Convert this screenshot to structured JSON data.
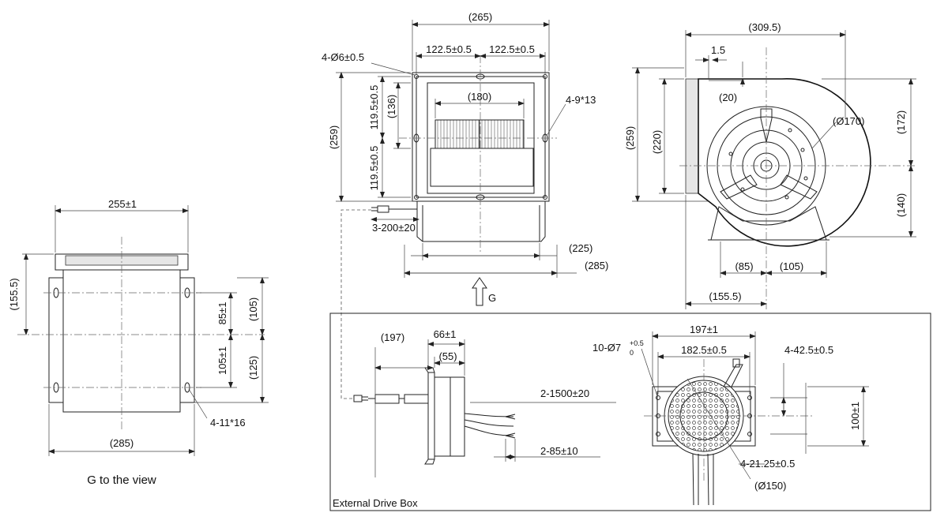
{
  "captions": {
    "g_view": "G to the view",
    "drive_box": "External Drive Box",
    "g_arrow": "G"
  },
  "dims": {
    "v1_255": "255±1",
    "v1_155_5": "(155.5)",
    "v1_85": "85±1",
    "v1_105": "(105)",
    "v1_105b": "105±1",
    "v1_125": "(125)",
    "v1_4_11": "4-11*16",
    "v1_285": "(285)",
    "fv_265": "(265)",
    "fv_4_6": "4-Ø6±0.5",
    "fv_122a": "122.5±0.5",
    "fv_122b": "122.5±0.5",
    "fv_119a": "119.5±0.5",
    "fv_136": "(136)",
    "fv_180": "(180)",
    "fv_4_9": "4-9*13",
    "fv_259": "(259)",
    "fv_119b": "119.5±0.5",
    "fv_3_200": "3-200±20",
    "fv_225": "(225)",
    "fv_285": "(285)",
    "sv_309": "(309.5)",
    "sv_1_5": "1.5",
    "sv_20": "(20)",
    "sv_170": "(Ø170)",
    "sv_172": "(172)",
    "sv_259": "(259)",
    "sv_220": "(220)",
    "sv_140": "(140)",
    "sv_85": "(85)",
    "sv_105": "(105)",
    "sv_155": "(155.5)",
    "db_197": "(197)",
    "db_66": "66±1",
    "db_55": "(55)",
    "db_1500": "2-1500±20",
    "db_85": "2-85±10",
    "mf_197": "197±1",
    "mf_10_7": "10-Ø7",
    "mf_10_7_sup": "+0.5",
    "mf_10_7_sub": "0",
    "mf_182": "182.5±0.5",
    "mf_4_42": "4-42.5±0.5",
    "mf_100": "100±1",
    "mf_4_21": "4-21.25±0.5",
    "mf_150": "(Ø150)"
  }
}
